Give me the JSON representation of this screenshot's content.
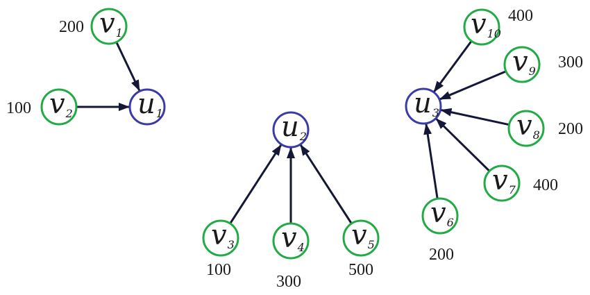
{
  "colors": {
    "v_node_stroke": "#22aa44",
    "u_node_stroke": "#3a3aa8",
    "edge": "#141836",
    "text": "#1a1a1a"
  },
  "nodes": [
    {
      "id": "v1",
      "letter": "v",
      "sub": "1",
      "kind": "source",
      "weight": "200"
    },
    {
      "id": "v2",
      "letter": "v",
      "sub": "2",
      "kind": "source",
      "weight": "100"
    },
    {
      "id": "u1",
      "letter": "u",
      "sub": "1",
      "kind": "target"
    },
    {
      "id": "u2",
      "letter": "u",
      "sub": "2",
      "kind": "target"
    },
    {
      "id": "v3",
      "letter": "v",
      "sub": "3",
      "kind": "source",
      "weight": "100"
    },
    {
      "id": "v4",
      "letter": "v",
      "sub": "4",
      "kind": "source",
      "weight": "300"
    },
    {
      "id": "v5",
      "letter": "v",
      "sub": "5",
      "kind": "source",
      "weight": "500"
    },
    {
      "id": "u3",
      "letter": "u",
      "sub": "3",
      "kind": "target"
    },
    {
      "id": "v6",
      "letter": "v",
      "sub": "6",
      "kind": "source",
      "weight": "200"
    },
    {
      "id": "v7",
      "letter": "v",
      "sub": "7",
      "kind": "source",
      "weight": "400"
    },
    {
      "id": "v8",
      "letter": "v",
      "sub": "8",
      "kind": "source",
      "weight": "200"
    },
    {
      "id": "v9",
      "letter": "v",
      "sub": "9",
      "kind": "source",
      "weight": "300"
    },
    {
      "id": "v10",
      "letter": "v",
      "sub": "10",
      "kind": "source",
      "weight": "400"
    }
  ],
  "edges": [
    {
      "from": "v1",
      "to": "u1"
    },
    {
      "from": "v2",
      "to": "u1"
    },
    {
      "from": "v3",
      "to": "u2"
    },
    {
      "from": "v4",
      "to": "u2"
    },
    {
      "from": "v5",
      "to": "u2"
    },
    {
      "from": "v6",
      "to": "u3"
    },
    {
      "from": "v7",
      "to": "u3"
    },
    {
      "from": "v8",
      "to": "u3"
    },
    {
      "from": "v9",
      "to": "u3"
    },
    {
      "from": "v10",
      "to": "u3"
    }
  ]
}
